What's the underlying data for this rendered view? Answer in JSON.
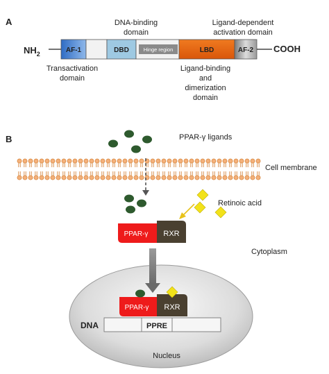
{
  "panel_a": {
    "letter": "A",
    "n_terminus": "NH",
    "n_terminus_sub": "2",
    "c_terminus": "COOH",
    "domains": {
      "af1": "AF-1",
      "dbd": "DBD",
      "hinge": "Hinge region",
      "lbd": "LBD",
      "af2": "AF-2"
    },
    "annotations": {
      "dna_binding_1": "DNA-binding",
      "dna_binding_2": "domain",
      "ligand_dep_1": "Ligand-dependent",
      "ligand_dep_2": "activation domain",
      "transactivation_1": "Transactivation",
      "transactivation_2": "domain",
      "ligand_binding_1": "Ligand-binding",
      "ligand_binding_2": "and",
      "ligand_binding_3": "dimerization",
      "ligand_binding_4": "domain"
    },
    "colors": {
      "af1": "#3f7fd0",
      "dbd": "#9ec9e2",
      "hinge": "#8a8a8a",
      "lbd": "#e46a12",
      "af2": "#a9a9a9"
    }
  },
  "panel_b": {
    "letter": "B",
    "labels": {
      "ligands": "PPAR-γ ligands",
      "membrane": "Cell membrane",
      "retinoic": "Retinoic acid",
      "cytoplasm": "Cytoplasm",
      "nucleus": "Nucleus",
      "dna": "DNA",
      "ppre": "PPRE"
    },
    "proteins": {
      "ppar": "PPAR-γ",
      "rxr": "RXR"
    },
    "colors": {
      "ligand": "#2e5a2e",
      "ppar": "#ee1b1b",
      "rxr": "#4a4030",
      "retinoic": "#f2e21a",
      "nucleus": "#d9d9d9"
    }
  }
}
